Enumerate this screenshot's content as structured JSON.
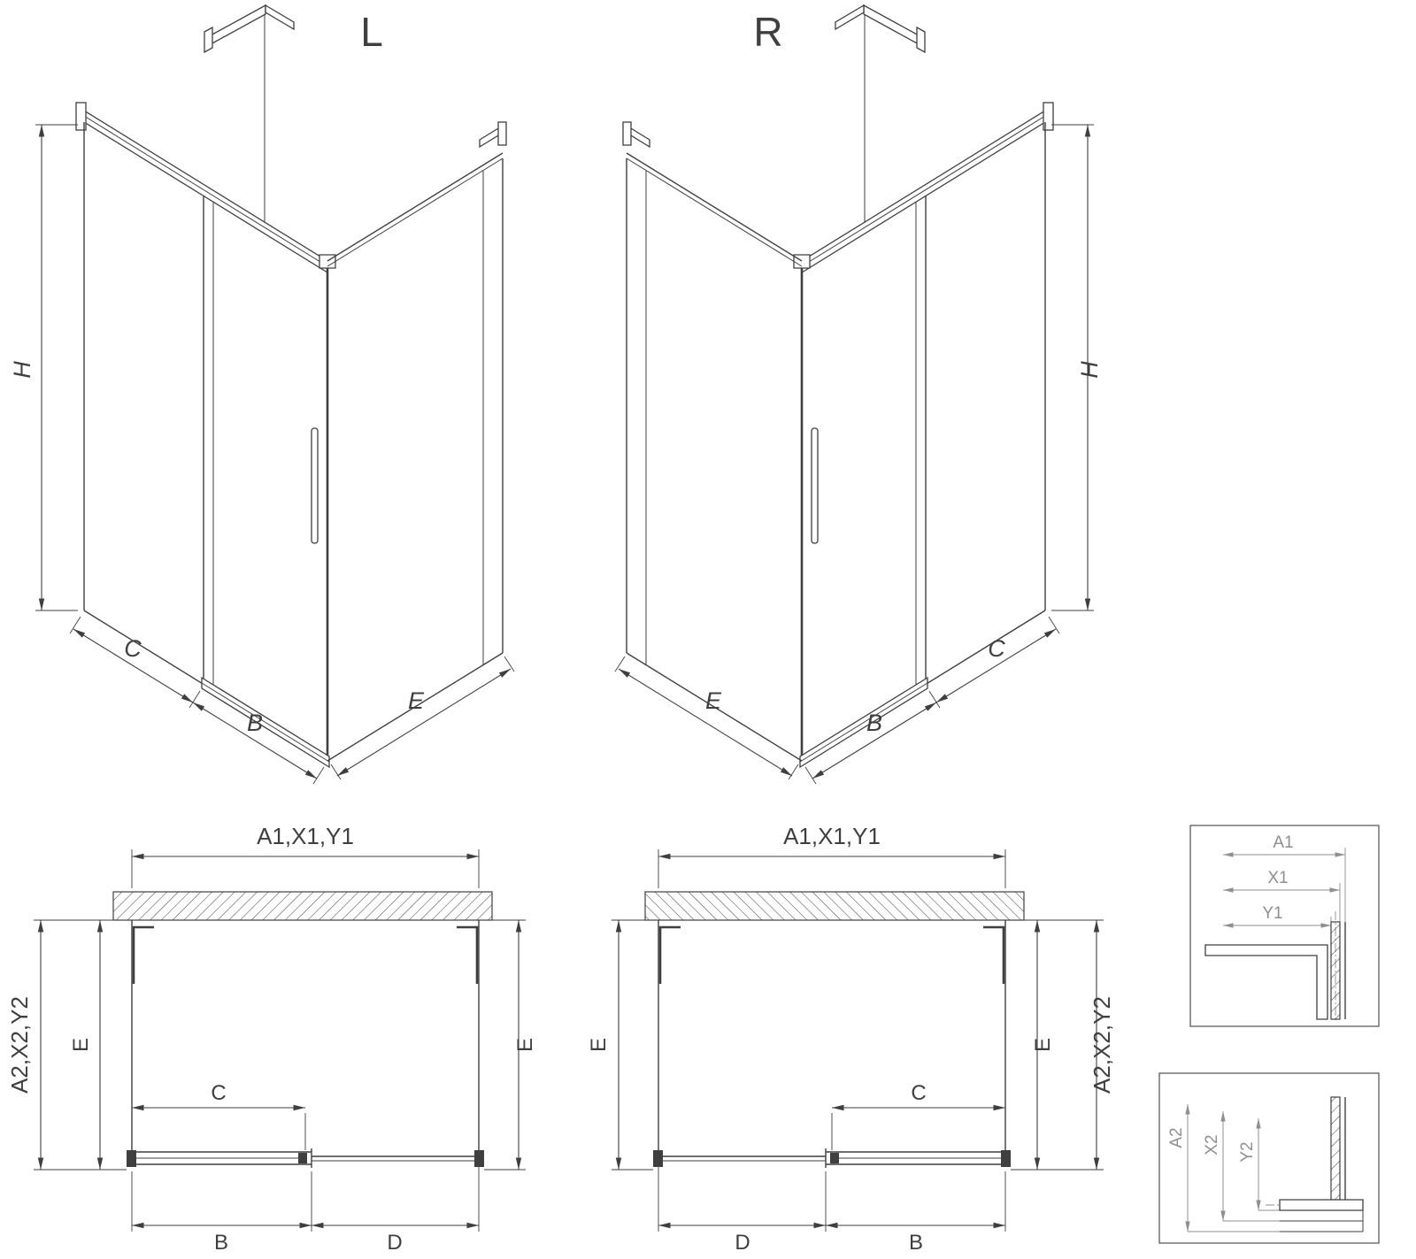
{
  "colors": {
    "background": "#ffffff",
    "linework": "#3f3f3f",
    "detail_gray": "#8f8f8f"
  },
  "iso_left": {
    "variant_label": "L",
    "dim_height": "H",
    "dim_bottom_left": "C",
    "dim_bottom_middle": "B",
    "dim_bottom_right": "E"
  },
  "iso_right": {
    "variant_label": "R",
    "dim_height": "H",
    "dim_bottom_left": "E",
    "dim_bottom_middle": "B",
    "dim_bottom_right": "C"
  },
  "plan_left": {
    "dim_top_width": "A1,X1,Y1",
    "dim_left_outer": "A2,X2,Y2",
    "dim_left_inner": "E",
    "dim_right": "E",
    "dim_door_opening": "C",
    "dim_bottom_left": "B",
    "dim_bottom_right": "D"
  },
  "plan_right": {
    "dim_top_width": "A1,X1,Y1",
    "dim_left": "E",
    "dim_right_inner": "E",
    "dim_right_outer": "A2,X2,Y2",
    "dim_door_opening": "C",
    "dim_bottom_left": "D",
    "dim_bottom_right": "B"
  },
  "detail_top": {
    "dim_outer": "A1",
    "dim_middle": "X1",
    "dim_inner": "Y1"
  },
  "detail_bottom": {
    "dim_outer": "A2",
    "dim_middle": "X2",
    "dim_inner": "Y2"
  }
}
